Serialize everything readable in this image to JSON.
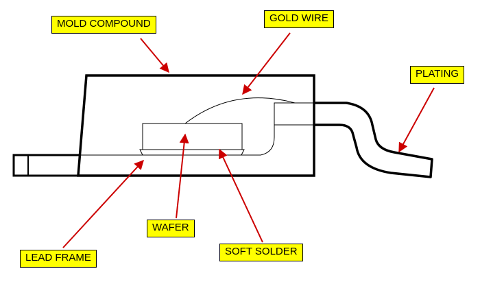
{
  "labels": {
    "mold_compound": "MOLD COMPOUND",
    "gold_wire": "GOLD WIRE",
    "plating": "PLATING",
    "wafer": "WAFER",
    "lead_frame": "LEAD FRAME",
    "soft_solder": "SOFT SOLDER"
  },
  "colors": {
    "label_background": "#ffff00",
    "arrow": "#cc0000",
    "outline": "#000000"
  }
}
